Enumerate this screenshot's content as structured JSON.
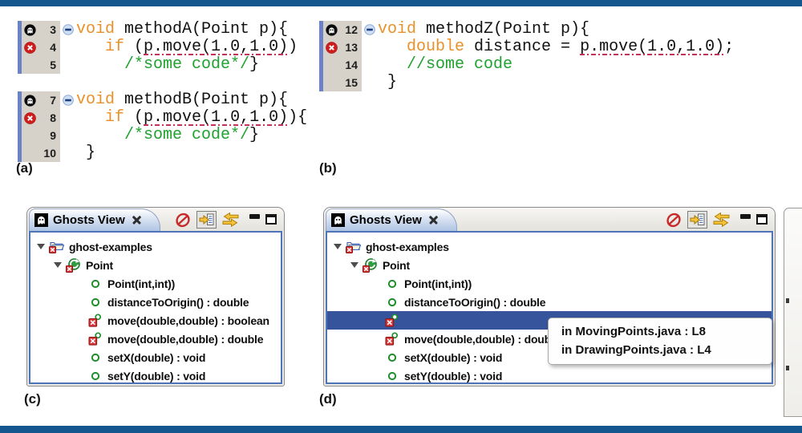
{
  "page": {
    "labels": {
      "a": "(a)",
      "b": "(b)",
      "c": "(c)",
      "d": "(d)"
    }
  },
  "colors": {
    "frame_rule": "#14578F",
    "keyword": "#E8912B",
    "comment": "#1FA12F",
    "ghost_underline": "#C73057",
    "error_marker": "#CF1D1D",
    "selection_blue": "#36549C",
    "view_focus_border": "#4E74B8",
    "ghost_green": "#2F9E42",
    "badge_red": "#DC3535"
  },
  "code_panels": {
    "a": {
      "blocks": [
        {
          "lines": [
            {
              "num": "3",
              "marker": "ghost-marker",
              "fold": true,
              "segs": [
                {
                  "t": "void",
                  "c": "kw"
                },
                {
                  "t": " methodA(Point p){",
                  "c": "pl"
                }
              ]
            },
            {
              "num": "4",
              "marker": "error-marker",
              "fold": false,
              "segs": [
                {
                  "t": "   ",
                  "c": "pl"
                },
                {
                  "t": "if",
                  "c": "kw"
                },
                {
                  "t": " (",
                  "c": "pl"
                },
                {
                  "t": "p.move(1.0,1.0)",
                  "c": "ul"
                },
                {
                  "t": ")",
                  "c": "pl"
                }
              ]
            },
            {
              "num": "5",
              "marker": null,
              "fold": false,
              "segs": [
                {
                  "t": "     ",
                  "c": "pl"
                },
                {
                  "t": "/*some code*/",
                  "c": "cm"
                },
                {
                  "t": "}",
                  "c": "pl"
                }
              ]
            }
          ]
        },
        {
          "lines": [
            {
              "num": "7",
              "marker": "ghost-marker",
              "fold": true,
              "segs": [
                {
                  "t": "void",
                  "c": "kw"
                },
                {
                  "t": " methodB(Point p){",
                  "c": "pl"
                }
              ]
            },
            {
              "num": "8",
              "marker": "error-marker",
              "fold": false,
              "segs": [
                {
                  "t": "   ",
                  "c": "pl"
                },
                {
                  "t": "if",
                  "c": "kw"
                },
                {
                  "t": " (",
                  "c": "pl"
                },
                {
                  "t": "p.move(1.0,1.0)",
                  "c": "ul"
                },
                {
                  "t": "){",
                  "c": "pl"
                }
              ]
            },
            {
              "num": "9",
              "marker": null,
              "fold": false,
              "segs": [
                {
                  "t": "     ",
                  "c": "pl"
                },
                {
                  "t": "/*some code*/",
                  "c": "cm"
                },
                {
                  "t": "}",
                  "c": "pl"
                }
              ]
            },
            {
              "num": "10",
              "marker": null,
              "fold": false,
              "segs": [
                {
                  "t": " }",
                  "c": "pl"
                }
              ]
            }
          ]
        }
      ]
    },
    "b": {
      "blocks": [
        {
          "lines": [
            {
              "num": "12",
              "marker": "ghost-marker",
              "fold": true,
              "segs": [
                {
                  "t": "void",
                  "c": "kw"
                },
                {
                  "t": " methodZ(Point p){",
                  "c": "pl"
                }
              ]
            },
            {
              "num": "13",
              "marker": "error-marker",
              "fold": false,
              "segs": [
                {
                  "t": "   ",
                  "c": "pl"
                },
                {
                  "t": "double",
                  "c": "kw"
                },
                {
                  "t": " distance = ",
                  "c": "pl"
                },
                {
                  "t": "p.move(1.0,1.0)",
                  "c": "ul"
                },
                {
                  "t": ";",
                  "c": "pl"
                }
              ]
            },
            {
              "num": "14",
              "marker": null,
              "fold": false,
              "segs": [
                {
                  "t": "   ",
                  "c": "pl"
                },
                {
                  "t": "//some code",
                  "c": "cm"
                }
              ]
            },
            {
              "num": "15",
              "marker": null,
              "fold": false,
              "segs": [
                {
                  "t": " }",
                  "c": "pl"
                }
              ]
            }
          ]
        }
      ]
    }
  },
  "ghost_views": {
    "c": {
      "tab": {
        "title": "Ghosts View"
      },
      "toolbar": {
        "icons": [
          "hide-ghosts",
          "link-with-editor",
          "synchronize"
        ],
        "window_buttons": [
          "minimize",
          "maximize"
        ]
      },
      "tree": [
        {
          "level": 0,
          "expanded": true,
          "icon": "package-ghost",
          "label": "ghost-examples"
        },
        {
          "level": 1,
          "expanded": true,
          "icon": "class-ghost",
          "label": "Point"
        },
        {
          "level": 2,
          "icon": "method-public",
          "label": "Point(int,int))"
        },
        {
          "level": 2,
          "icon": "method-public",
          "label": "distanceToOrigin() : double"
        },
        {
          "level": 2,
          "icon": "method-ghost",
          "label": "move(double,double) : boolean"
        },
        {
          "level": 2,
          "icon": "method-ghost",
          "label": "move(double,double) : double"
        },
        {
          "level": 2,
          "icon": "method-public",
          "label": "setX(double) : void"
        },
        {
          "level": 2,
          "icon": "method-public",
          "label": "setY(double) : void"
        }
      ]
    },
    "d": {
      "tab": {
        "title": "Ghosts View"
      },
      "toolbar": {
        "icons": [
          "hide-ghosts",
          "link-with-editor",
          "synchronize"
        ],
        "window_buttons": [
          "minimize",
          "maximize"
        ]
      },
      "tree": [
        {
          "level": 0,
          "expanded": true,
          "icon": "package-ghost",
          "label": "ghost-examples"
        },
        {
          "level": 1,
          "expanded": true,
          "icon": "class-ghost",
          "label": "Point"
        },
        {
          "level": 2,
          "icon": "method-public",
          "label": "Point(int,int))"
        },
        {
          "level": 2,
          "icon": "method-public",
          "label": "distanceToOrigin() : double"
        },
        {
          "level": 2,
          "icon": "method-ghost",
          "label": "",
          "selected": true
        },
        {
          "level": 2,
          "icon": "method-ghost",
          "label": "move(double,double) : double"
        },
        {
          "level": 2,
          "icon": "method-public",
          "label": "setX(double) : void"
        },
        {
          "level": 2,
          "icon": "method-public",
          "label": "setY(double) : void"
        }
      ],
      "tooltip": {
        "lines": [
          "in MovingPoints.java : L8",
          "in DrawingPoints.java : L4"
        ]
      }
    }
  }
}
